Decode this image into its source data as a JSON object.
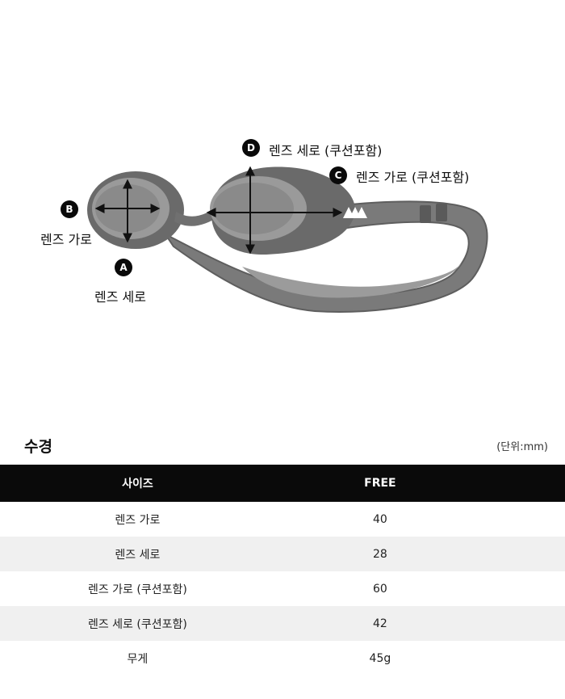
{
  "diagram": {
    "callouts": [
      {
        "badge": "D",
        "label": "렌즈 세로 (쿠션포함)"
      },
      {
        "badge": "C",
        "label": "렌즈 가로 (쿠션포함)"
      },
      {
        "badge": "B",
        "label": "렌즈 가로"
      },
      {
        "badge": "A",
        "label": "렌즈 세로"
      }
    ]
  },
  "section": {
    "title": "수경",
    "unit": "(단위:mm)"
  },
  "table": {
    "headers": [
      "사이즈",
      "FREE"
    ],
    "rows": [
      [
        "렌즈 가로",
        "40"
      ],
      [
        "렌즈 세로",
        "28"
      ],
      [
        "렌즈 가로 (쿠션포함)",
        "60"
      ],
      [
        "렌즈 세로 (쿠션포함)",
        "42"
      ],
      [
        "무게",
        "45g"
      ]
    ]
  },
  "colors": {
    "goggle_frame": "#6e6e6e",
    "goggle_lens": "#8c8c8c",
    "header_bg": "#0a0a0a",
    "stripe": "#f0f0f0"
  }
}
